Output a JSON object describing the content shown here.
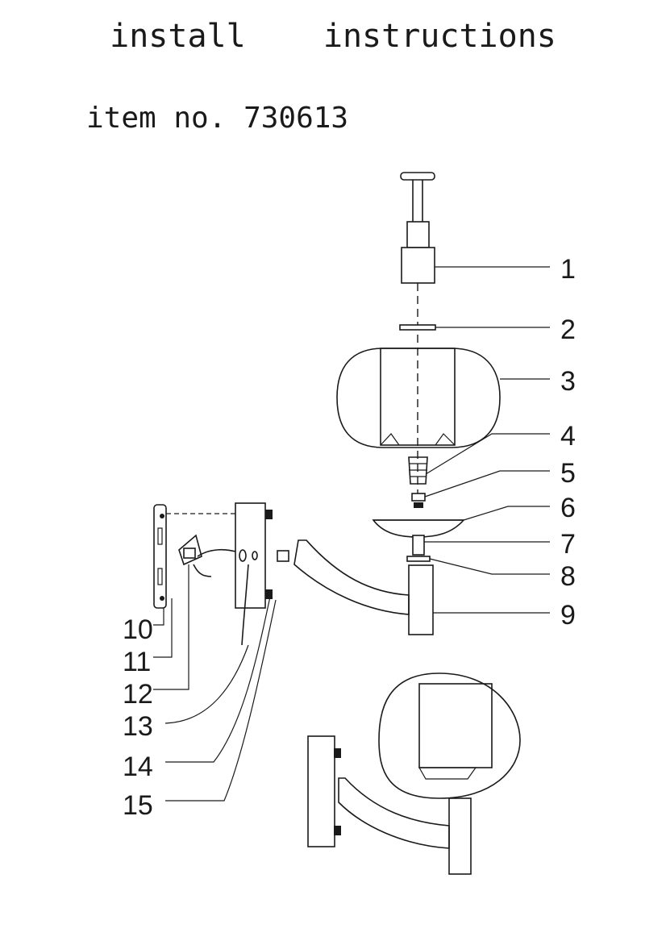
{
  "header": {
    "title_word1": "install",
    "title_word2": "instructions",
    "item_number": "item no. 730613"
  },
  "callouts": [
    "1",
    "2",
    "3",
    "4",
    "5",
    "6",
    "7",
    "8",
    "9",
    "10",
    "11",
    "12",
    "13",
    "14",
    "15"
  ]
}
